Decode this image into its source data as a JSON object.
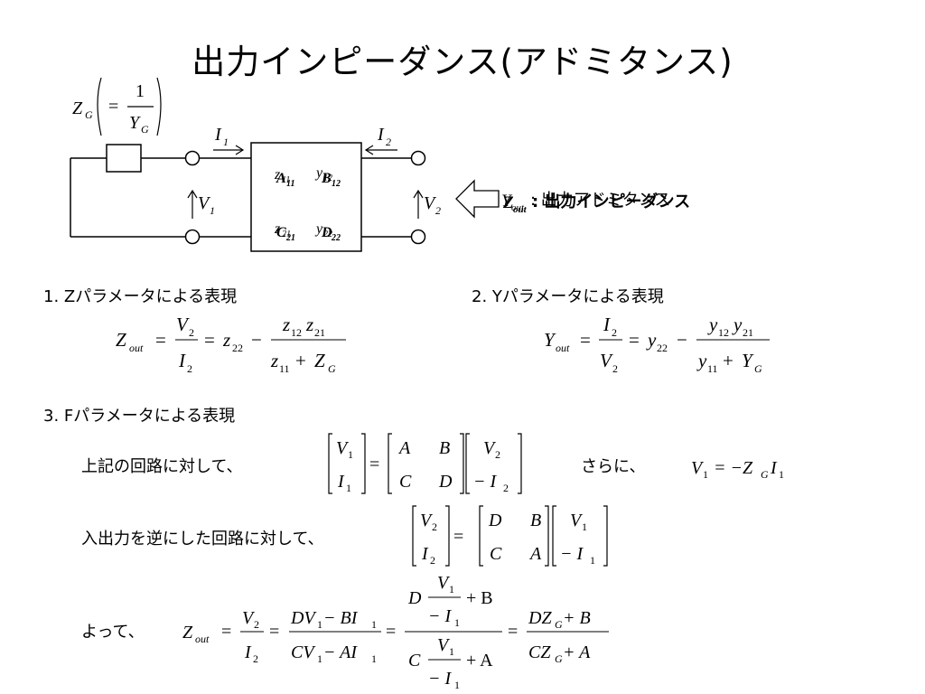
{
  "slide": {
    "title": "出力インピーダンス(アドミタンス)"
  },
  "circuit": {
    "zg_label": "Z",
    "zg_sub": "G",
    "zg_eq": "=",
    "zg_num": "1",
    "zg_den": "Y",
    "zg_den_sub": "G",
    "i1": "I",
    "i1_sub": "1",
    "i2": "I",
    "i2_sub": "2",
    "v1": "V",
    "v1_sub": "1",
    "v2": "V",
    "v2_sub": "2",
    "box_labels": {
      "top_left_a": "z",
      "top_left_a_sub": "11",
      "top_left_b": "A",
      "top_left_b_sub": "11",
      "top_right_a": "y",
      "top_right_a_sub": "12",
      "top_right_b": "B",
      "top_right_b_sub": "12",
      "bot_left_a": "z",
      "bot_left_a_sub": "21",
      "bot_left_b": "C",
      "bot_left_b_sub": "21",
      "bot_right_a": "y",
      "bot_right_a_sub": "22",
      "bot_right_b": "D",
      "bot_right_b_sub": "22"
    },
    "zout_arrow_label_sym": "Z",
    "zout_arrow_label_sym_sub": "out",
    "zout_arrow_label_text": ": 出力インピーダンス",
    "yout_arrow_label_sym": "Y",
    "yout_arrow_label_sym_sub": "out",
    "yout_arrow_label_text": ": 出力アドミタンス"
  },
  "section1": {
    "heading": "1. Zパラメータによる表現",
    "lhs": "Z",
    "lhs_sub": "out",
    "f1_num": "V",
    "f1_num_sub": "2",
    "f1_den": "I",
    "f1_den_sub": "2",
    "mid": "z",
    "mid_sub": "22",
    "f2_num_a": "z",
    "f2_num_a_sub": "12",
    "f2_num_b": "z",
    "f2_num_b_sub": "21",
    "f2_den_a": "z",
    "f2_den_a_sub": "11",
    "f2_den_b": "Z",
    "f2_den_b_sub": "G"
  },
  "section2": {
    "heading": "2. Yパラメータによる表現",
    "lhs": "Y",
    "lhs_sub": "out",
    "f1_num": "I",
    "f1_num_sub": "2",
    "f1_den": "V",
    "f1_den_sub": "2",
    "mid": "y",
    "mid_sub": "22",
    "f2_num_a": "y",
    "f2_num_a_sub": "12",
    "f2_num_b": "y",
    "f2_num_b_sub": "21",
    "f2_den_a": "y",
    "f2_den_a_sub": "11",
    "f2_den_b": "Y",
    "f2_den_b_sub": "G"
  },
  "section3": {
    "heading": "3. Fパラメータによる表現",
    "line1_text": "上記の回路に対して、",
    "line1_more": "さらに、",
    "line2_text": "入出力を逆にした回路に対して、",
    "line3_text": "よって、",
    "m1": {
      "v": "V",
      "v_sub": "1",
      "i": "I",
      "i_sub": "1",
      "a": "A",
      "b": "B",
      "c": "C",
      "d": "D",
      "r1": "V",
      "r1_sub": "2",
      "r2": "− I",
      "r2_sub": "2"
    },
    "rel": {
      "lhs": "V",
      "lhs_sub": "1",
      "rhs": "= −Z",
      "rhs_sub": "G",
      "rhs2": "I",
      "rhs2_sub": "1"
    },
    "m2": {
      "v": "V",
      "v_sub": "2",
      "i": "I",
      "i_sub": "2",
      "a": "D",
      "b": "B",
      "c": "C",
      "d": "A",
      "r1": "V",
      "r1_sub": "1",
      "r2": "− I",
      "r2_sub": "1"
    },
    "final": {
      "lhs": "Z",
      "lhs_sub": "out",
      "f1_num": "V",
      "f1_num_sub": "2",
      "f1_den": "I",
      "f1_den_sub": "2",
      "f2_num": "DV",
      "f2_num_sub": "1",
      "f2_num_b": " − BI",
      "f2_num_b_sub": "1",
      "f2_den": "CV",
      "f2_den_sub": "1",
      "f2_den_b": " − AI",
      "f2_den_b_sub": "1",
      "f3_top_pre": "D",
      "f3_top_n": "V",
      "f3_top_n_sub": "1",
      "f3_top_d": "− I",
      "f3_top_d_sub": "1",
      "f3_top_post": "+ B",
      "f3_bot_pre": "C",
      "f3_bot_n": "V",
      "f3_bot_n_sub": "1",
      "f3_bot_d": "− I",
      "f3_bot_d_sub": "1",
      "f3_bot_post": "+ A",
      "f4_num": "DZ",
      "f4_num_sub": "G",
      "f4_num_b": " + B",
      "f4_den": "CZ",
      "f4_den_sub": "G",
      "f4_den_b": " + A"
    }
  }
}
